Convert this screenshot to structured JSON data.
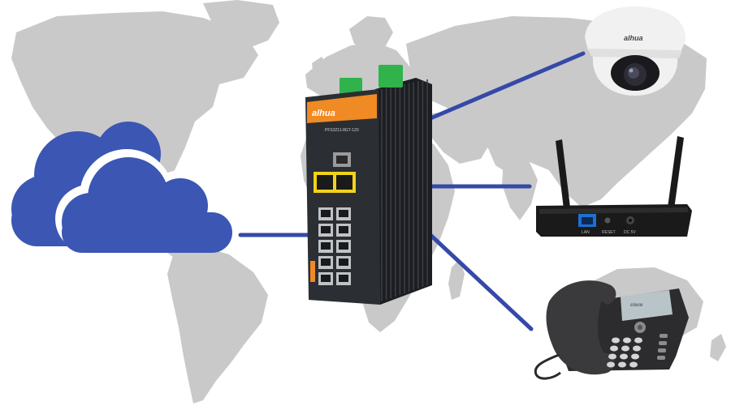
{
  "colors": {
    "map": "#c9c9c9",
    "cloud": "#3b56b3",
    "link": "#3549a8",
    "switch_body": "#2b2e33",
    "switch_fins": "#1c1e22",
    "accent_orange": "#f08a24",
    "accent_yellow": "#f2d21a",
    "terminal_green": "#2fb34a",
    "camera_white": "#f1f1f1",
    "router_black": "#1a1a1a",
    "phone_dark": "#2c2c2e",
    "port_blue": "#1f6fd1"
  },
  "devices": {
    "switch": {
      "brand": "alhua",
      "model": "PFS3211-8GT-120",
      "icon": "industrial-poe-switch-icon"
    },
    "cloud": {
      "icon": "cloud-icon"
    },
    "camera": {
      "brand": "alhua",
      "icon": "dome-camera-icon"
    },
    "router": {
      "icon": "wireless-access-point-icon",
      "port_labels": [
        "LAN",
        "RESET",
        "DC 5V"
      ]
    },
    "phone": {
      "brand": "cisco",
      "icon": "ip-phone-icon"
    }
  }
}
